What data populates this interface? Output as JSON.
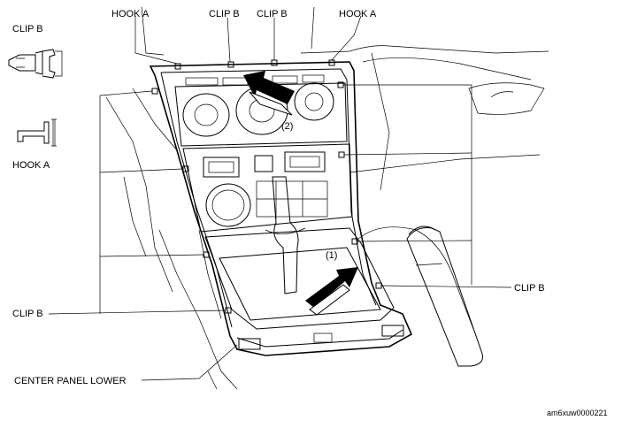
{
  "labels": {
    "hook_a_left": "HOOK A",
    "clip_b_top1": "CLIP B",
    "clip_b_top2": "CLIP B",
    "hook_a_right": "HOOK A",
    "clip_b_inset": "CLIP B",
    "hook_a_inset": "HOOK A",
    "clip_b_left": "CLIP B",
    "clip_b_right": "CLIP B",
    "center_panel_lower": "CENTER PANEL LOWER",
    "step_1": "(1)",
    "step_2": "(2)"
  },
  "reference_code": "am6xuw0000221",
  "icons": [
    "clip-b-icon",
    "hook-a-icon",
    "removal-arrow-icon"
  ]
}
